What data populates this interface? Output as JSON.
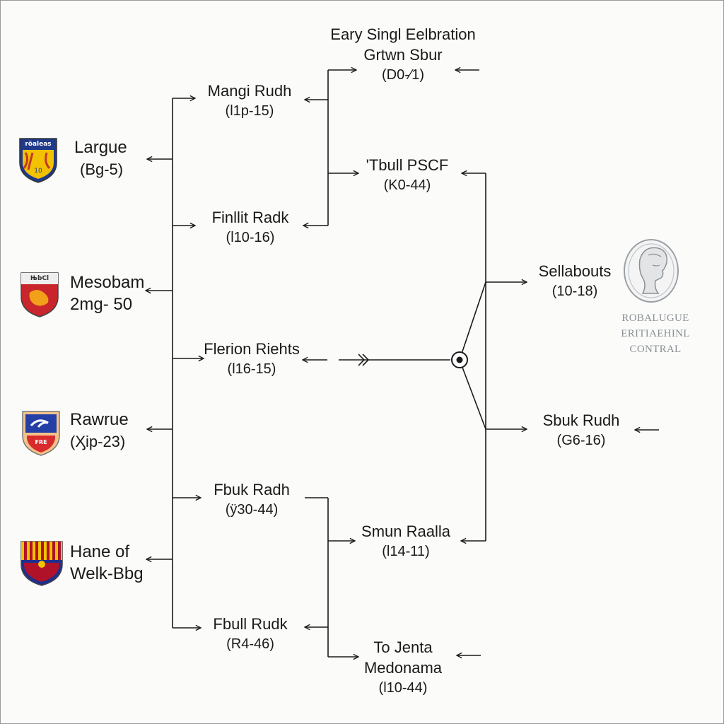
{
  "teams": [
    {
      "name": "Largue",
      "record": "(Bg-5)",
      "crest_text": "röaleas",
      "crest_icon": "shield-crest-icon",
      "colors": [
        "#1f3a8a",
        "#f2c200"
      ]
    },
    {
      "name": "Mesobam",
      "record": "2mg- 50",
      "crest_text": "ЊbCl",
      "crest_icon": "dragon-crest-icon",
      "colors": [
        "#c8262c",
        "#f2a019"
      ]
    },
    {
      "name": "Rawrue",
      "record": "(Ӽip-23)",
      "crest_text": "FRE",
      "crest_icon": "wave-crest-icon",
      "colors": [
        "#243fa6",
        "#d92b2b"
      ]
    },
    {
      "name": "Hane of",
      "name2": "Welk-Bbg",
      "record": "",
      "crest_text": "",
      "crest_icon": "striped-crest-icon",
      "colors": [
        "#b0122a",
        "#1f2f8c"
      ]
    }
  ],
  "round2": [
    {
      "name": "Mangi Rudh",
      "record": "(l1p-15)"
    },
    {
      "name": "Finllit Radk",
      "record": "(l10-16)"
    },
    {
      "name": "Flerion Riehts",
      "record": "(l16-15)"
    },
    {
      "name": "Fbuk Radh",
      "record": "(ӱ30-44)"
    },
    {
      "name": "Fbull Rudk",
      "record": "(R4-46)"
    }
  ],
  "round3": [
    {
      "name": "Eary Singl Eelbration",
      "name2": "Grtwn Sbur",
      "record": "(D0-⁄1)"
    },
    {
      "name": "'Tbull PSCF",
      "record": "(K0-44)"
    },
    {
      "name": "Smun Raalla",
      "record": "(l14-11)"
    },
    {
      "name": "To Jenta",
      "name2": "Medonama",
      "record": "(l10-44)"
    }
  ],
  "final": [
    {
      "name": "Sellabouts",
      "record": "(10-18)"
    },
    {
      "name": "Sbuk Rudh",
      "record": "(G6-16)"
    }
  ],
  "trophy": {
    "lines": [
      "ROBALUGUE",
      "ERITIAEHINL",
      "CONTRAL"
    ],
    "icon": "bust-trophy-icon"
  },
  "colors": {
    "line": "#1a1a1a",
    "trophy": "#9aa0a6"
  }
}
